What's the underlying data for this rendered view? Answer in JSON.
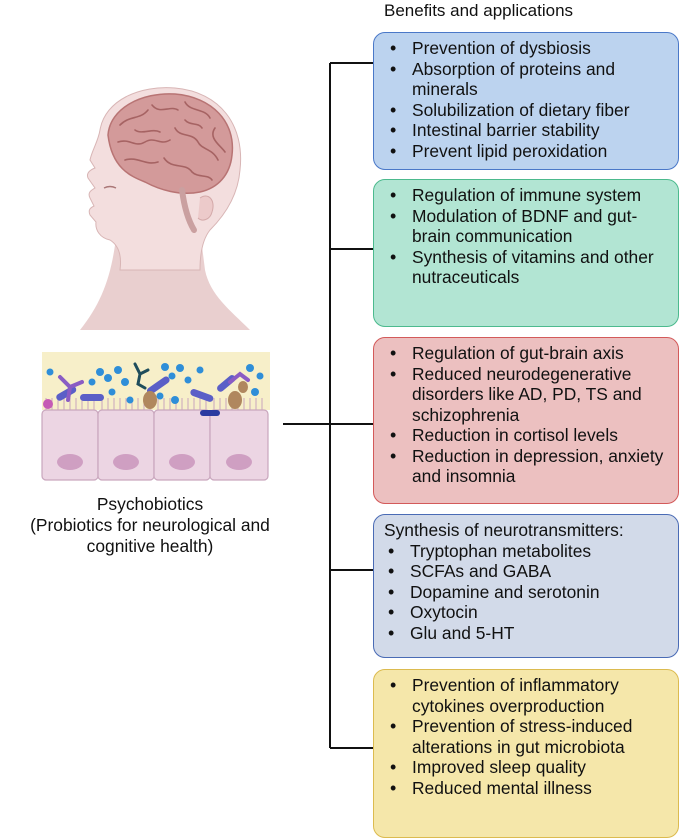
{
  "heading": "Benefits and applications",
  "caption": {
    "line1": "Psychobiotics",
    "line2": "(Probiotics for neurological and",
    "line3": "cognitive health)"
  },
  "boxes": [
    {
      "color": "#bcd3ef",
      "items": [
        "Prevention of dysbiosis",
        "Absorption of proteins and minerals",
        "Solubilization of dietary fiber",
        "Intestinal barrier stability",
        "Prevent lipid peroxidation"
      ]
    },
    {
      "color": "#b2e5d3",
      "items": [
        "Regulation of immune system",
        "Modulation of BDNF and gut-brain communication",
        "Synthesis of vitamins and other nutraceuticals"
      ]
    },
    {
      "color": "#ecc0c0",
      "items": [
        "Regulation of gut-brain axis",
        "Reduced neurodegenerative disorders like AD, PD, TS and schizophrenia",
        "Reduction in  cortisol levels",
        "Reduction in depression, anxiety and insomnia"
      ]
    },
    {
      "color": "#d2dae9",
      "intro": "Synthesis of neurotransmitters:",
      "items": [
        "Tryptophan metabolites",
        "SCFAs and GABA",
        "Dopamine and serotonin",
        "Oxytocin",
        "Glu and 5-HT"
      ]
    },
    {
      "color": "#f5e7aa",
      "items": [
        "Prevention of inflammatory cytokines overproduction",
        "Prevention of stress-induced alterations in gut microbiota",
        "Improved sleep quality",
        "Reduced mental illness"
      ]
    }
  ]
}
